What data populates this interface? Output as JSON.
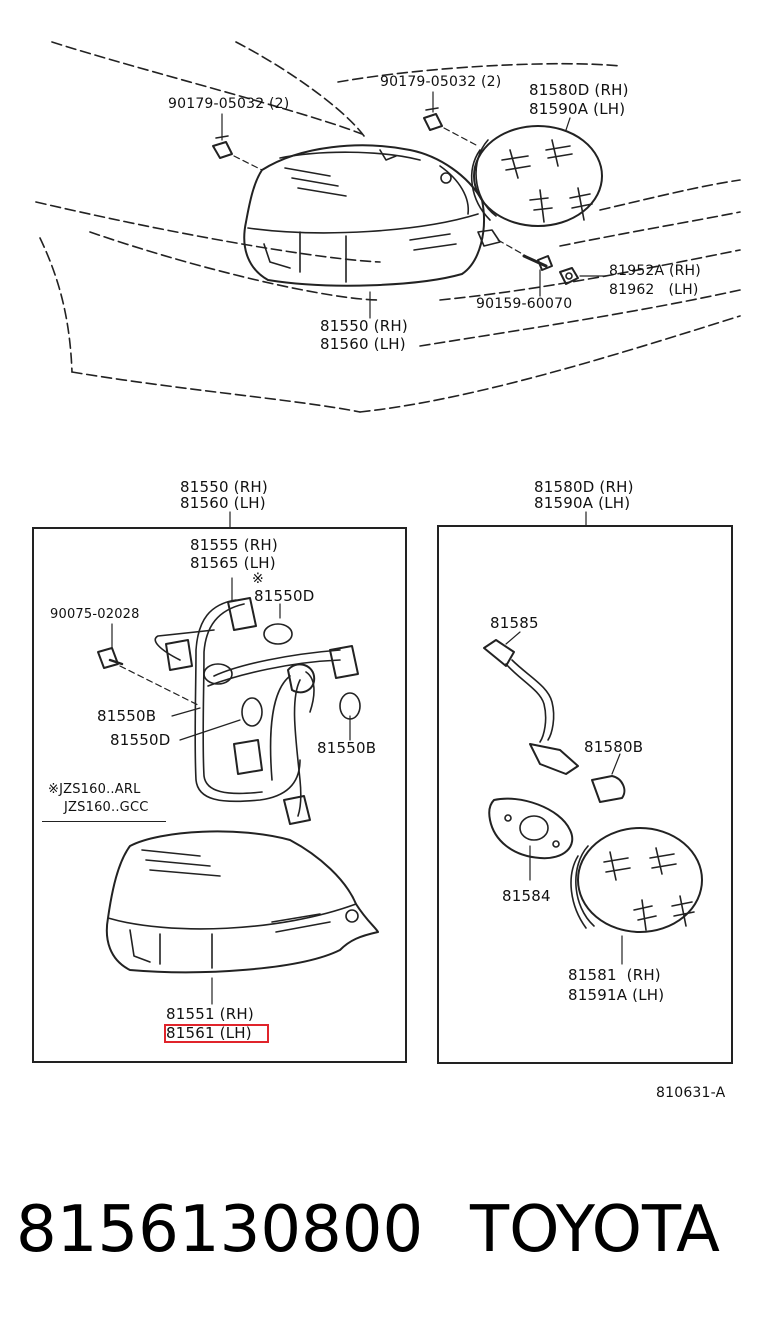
{
  "top_labels": {
    "clip_left": "90179-05032 (2)",
    "clip_right": "90179-05032 (2)",
    "lamp_top_rh": "81580D (RH)",
    "lamp_top_lh": "81590A (LH)",
    "bolt": "90159-60070",
    "nut_rh": "81952A (RH)",
    "nut_lh": "81962   (LH)",
    "main_rh": "81550 (RH)",
    "main_lh": "81560 (LH)"
  },
  "left_box": {
    "title_rh": "81550 (RH)",
    "title_lh": "81560 (LH)",
    "socket_rh": "81555 (RH)",
    "socket_lh": "81565 (LH)",
    "note_mark": "※",
    "bulb_top": "81550D",
    "screw": "90075-02028",
    "bulb_b_left": "81550B",
    "bulb_d_left": "81550D",
    "bulb_b_right": "81550B",
    "note_line1": "※JZS160..ARL",
    "note_line2": "JZS160..GCC",
    "lens_rh": "81551 (RH)",
    "lens_lh": "81561 (LH)"
  },
  "right_box": {
    "title_rh": "81580D (RH)",
    "title_lh": "81590A (LH)",
    "socket": "81585",
    "bulb": "81580B",
    "gasket": "81584",
    "lens_rh": "81581  (RH)",
    "lens_lh": "81591A (LH)"
  },
  "diagram_code": "810631-A",
  "footer": {
    "part_number": "8156130800",
    "brand": "TOYOTA"
  },
  "colors": {
    "highlight": "#e0242b",
    "ink": "#222222"
  }
}
